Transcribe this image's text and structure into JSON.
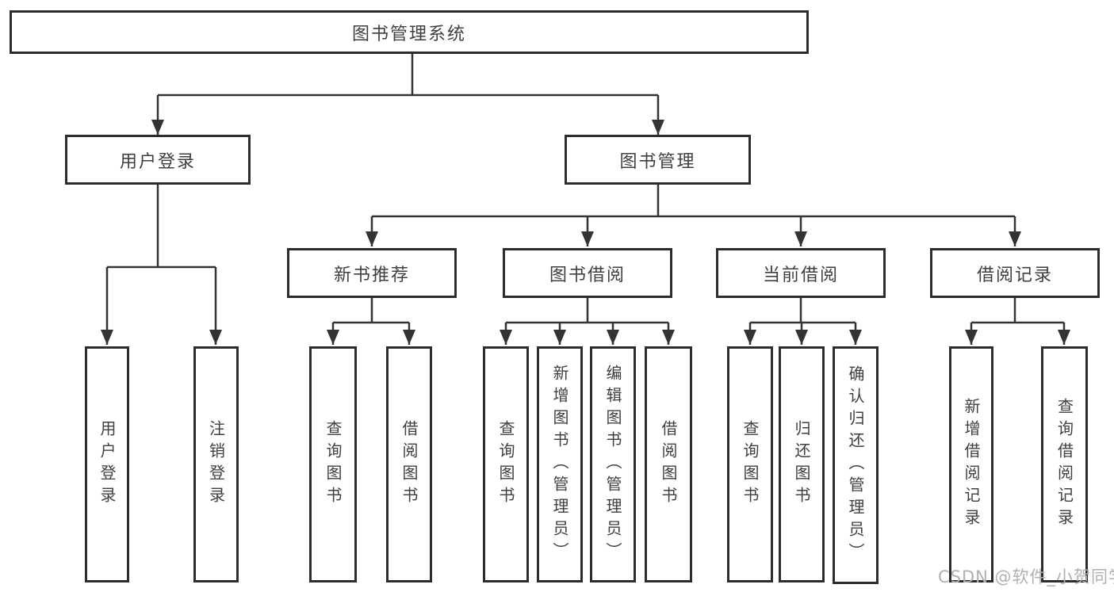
{
  "diagram": {
    "root": {
      "label": "图书管理系统"
    },
    "branches": [
      {
        "label": "用户登录",
        "children": [
          {
            "label": "用户登录"
          },
          {
            "label": "注销登录"
          }
        ]
      },
      {
        "label": "图书管理",
        "children": [
          {
            "label": "新书推荐",
            "children": [
              {
                "label": "查询图书"
              },
              {
                "label": "借阅图书"
              }
            ]
          },
          {
            "label": "图书借阅",
            "children": [
              {
                "label": "查询图书"
              },
              {
                "label": "新增图书（管理员）"
              },
              {
                "label": "编辑图书（管理员）"
              },
              {
                "label": "借阅图书"
              }
            ]
          },
          {
            "label": "当前借阅",
            "children": [
              {
                "label": "查询图书"
              },
              {
                "label": "归还图书"
              },
              {
                "label": "确认归还（管理员）"
              }
            ]
          },
          {
            "label": "借阅记录",
            "children": [
              {
                "label": "新增借阅记录"
              },
              {
                "label": "查询借阅记录"
              }
            ]
          }
        ]
      }
    ]
  },
  "watermark": {
    "text": "CSDN @软件_小贺同学"
  },
  "colors": {
    "line": "#333333",
    "box_border": "#2d2d2d",
    "text": "#3f3f3f",
    "watermark": "#b0b0b0",
    "background": "#ffffff"
  }
}
